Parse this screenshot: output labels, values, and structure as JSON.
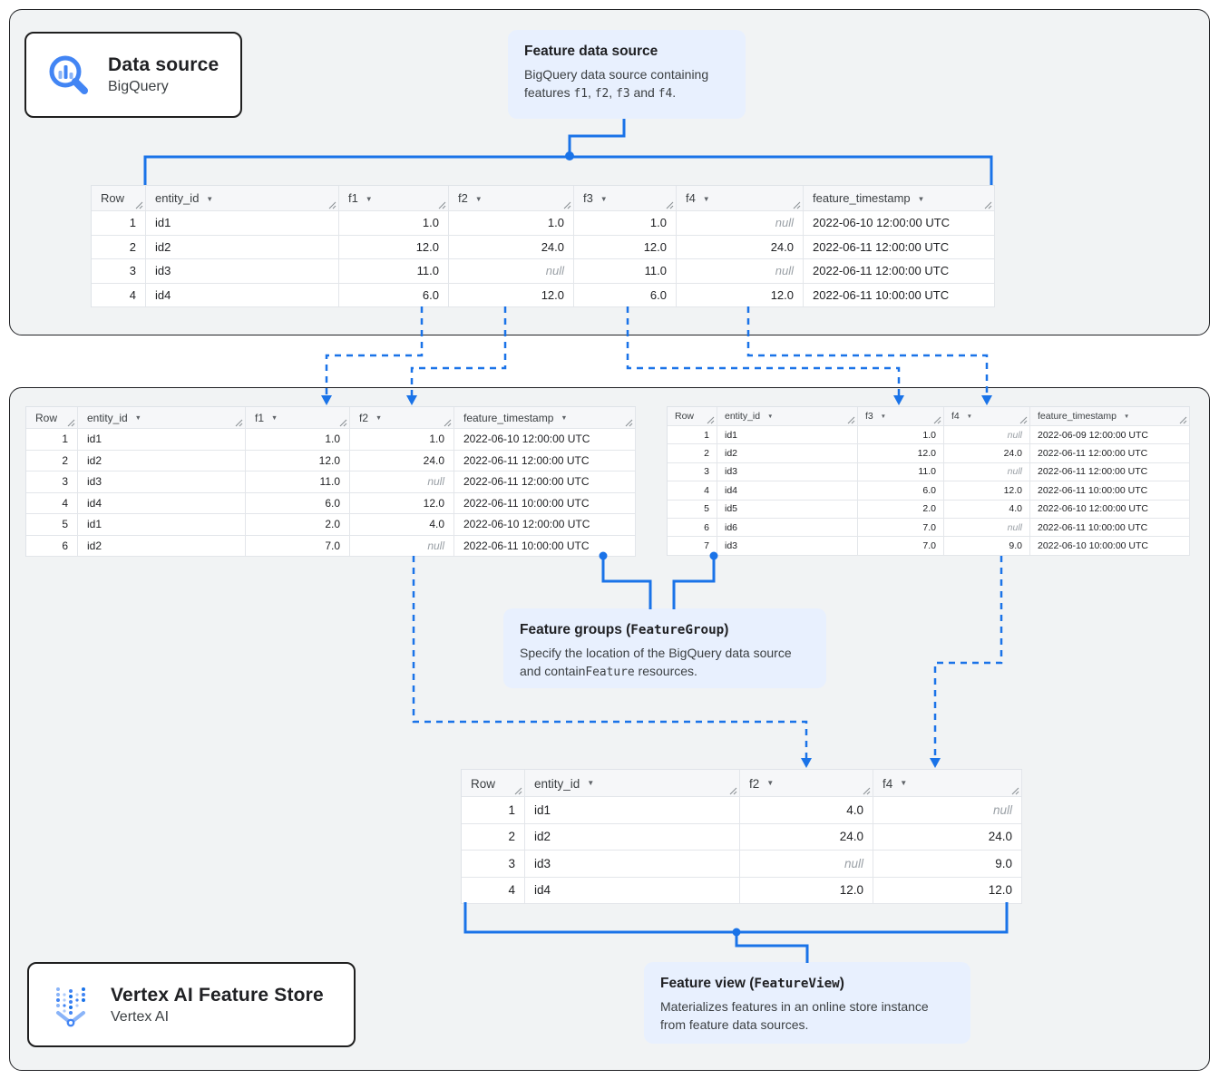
{
  "colors": {
    "accent_blue": "#1a73e8",
    "callout_bg": "#e8f0fe",
    "panel_bg": "#f1f3f4",
    "null_gray": "#9aa0a6",
    "icon_blue": "#4285f4",
    "icon_blue_light": "#8ab4f8"
  },
  "badges": {
    "data_source": {
      "title": "Data source",
      "subtitle": "BigQuery"
    },
    "feature_store": {
      "title": "Vertex AI Feature Store",
      "subtitle": "Vertex AI"
    }
  },
  "callouts": {
    "feature_data_source": {
      "title": [
        {
          "text": "Feature data source"
        }
      ],
      "body": [
        {
          "text": "BigQuery data source containing features "
        },
        {
          "text": "f1",
          "mono": true
        },
        {
          "text": ", "
        },
        {
          "text": "f2",
          "mono": true
        },
        {
          "text": ", "
        },
        {
          "text": "f3",
          "mono": true
        },
        {
          "text": " and "
        },
        {
          "text": "f4",
          "mono": true
        },
        {
          "text": "."
        }
      ]
    },
    "feature_groups": {
      "title": [
        {
          "text": "Feature groups ("
        },
        {
          "text": "FeatureGroup",
          "mono": true
        },
        {
          "text": ")"
        }
      ],
      "body": [
        {
          "text": "Specify the location of the BigQuery data source and contain"
        },
        {
          "text": "Feature",
          "mono": true
        },
        {
          "text": " resources."
        }
      ]
    },
    "feature_view": {
      "title": [
        {
          "text": "Feature view ("
        },
        {
          "text": "FeatureView",
          "mono": true
        },
        {
          "text": ")"
        }
      ],
      "body": [
        {
          "text": "Materializes features in an online store instance from feature data sources."
        }
      ]
    }
  },
  "tables": {
    "source": {
      "columns": [
        {
          "label": "Row"
        },
        {
          "label": "entity_id",
          "sortable": true
        },
        {
          "label": "f1",
          "sortable": true
        },
        {
          "label": "f2",
          "sortable": true
        },
        {
          "label": "f3",
          "sortable": true
        },
        {
          "label": "f4",
          "sortable": true
        },
        {
          "label": "feature_timestamp",
          "sortable": true
        }
      ],
      "rows": [
        [
          "1",
          "id1",
          "1.0",
          "1.0",
          "1.0",
          null,
          "2022-06-10 12:00:00 UTC"
        ],
        [
          "2",
          "id2",
          "12.0",
          "24.0",
          "12.0",
          "24.0",
          "2022-06-11 12:00:00 UTC"
        ],
        [
          "3",
          "id3",
          "11.0",
          null,
          "11.0",
          null,
          "2022-06-11 12:00:00 UTC"
        ],
        [
          "4",
          "id4",
          "6.0",
          "12.0",
          "6.0",
          "12.0",
          "2022-06-11 10:00:00 UTC"
        ]
      ]
    },
    "group_f1_f2": {
      "columns": [
        {
          "label": "Row"
        },
        {
          "label": "entity_id",
          "sortable": true
        },
        {
          "label": "f1",
          "sortable": true
        },
        {
          "label": "f2",
          "sortable": true
        },
        {
          "label": "feature_timestamp",
          "sortable": true
        }
      ],
      "rows": [
        [
          "1",
          "id1",
          "1.0",
          "1.0",
          "2022-06-10 12:00:00 UTC"
        ],
        [
          "2",
          "id2",
          "12.0",
          "24.0",
          "2022-06-11 12:00:00 UTC"
        ],
        [
          "3",
          "id3",
          "11.0",
          null,
          "2022-06-11 12:00:00 UTC"
        ],
        [
          "4",
          "id4",
          "6.0",
          "12.0",
          "2022-06-11 10:00:00 UTC"
        ],
        [
          "5",
          "id1",
          "2.0",
          "4.0",
          "2022-06-10 12:00:00 UTC"
        ],
        [
          "6",
          "id2",
          "7.0",
          null,
          "2022-06-11 10:00:00 UTC"
        ]
      ]
    },
    "group_f3_f4": {
      "columns": [
        {
          "label": "Row"
        },
        {
          "label": "entity_id",
          "sortable": true
        },
        {
          "label": "f3",
          "sortable": true
        },
        {
          "label": "f4",
          "sortable": true
        },
        {
          "label": "feature_timestamp",
          "sortable": true
        }
      ],
      "rows": [
        [
          "1",
          "id1",
          "1.0",
          null,
          "2022-06-09 12:00:00 UTC"
        ],
        [
          "2",
          "id2",
          "12.0",
          "24.0",
          "2022-06-11 12:00:00 UTC"
        ],
        [
          "3",
          "id3",
          "11.0",
          null,
          "2022-06-11 12:00:00 UTC"
        ],
        [
          "4",
          "id4",
          "6.0",
          "12.0",
          "2022-06-11 10:00:00 UTC"
        ],
        [
          "5",
          "id5",
          "2.0",
          "4.0",
          "2022-06-10 12:00:00 UTC"
        ],
        [
          "6",
          "id6",
          "7.0",
          null,
          "2022-06-11 10:00:00 UTC"
        ],
        [
          "7",
          "id3",
          "7.0",
          "9.0",
          "2022-06-10 10:00:00 UTC"
        ]
      ]
    },
    "feature_view": {
      "columns": [
        {
          "label": "Row"
        },
        {
          "label": "entity_id",
          "sortable": true
        },
        {
          "label": "f2",
          "sortable": true
        },
        {
          "label": "f4",
          "sortable": true
        }
      ],
      "rows": [
        [
          "1",
          "id1",
          "4.0",
          null
        ],
        [
          "2",
          "id2",
          "24.0",
          "24.0"
        ],
        [
          "3",
          "id3",
          null,
          "9.0"
        ],
        [
          "4",
          "id4",
          "12.0",
          "12.0"
        ]
      ]
    }
  },
  "null_display": "null"
}
